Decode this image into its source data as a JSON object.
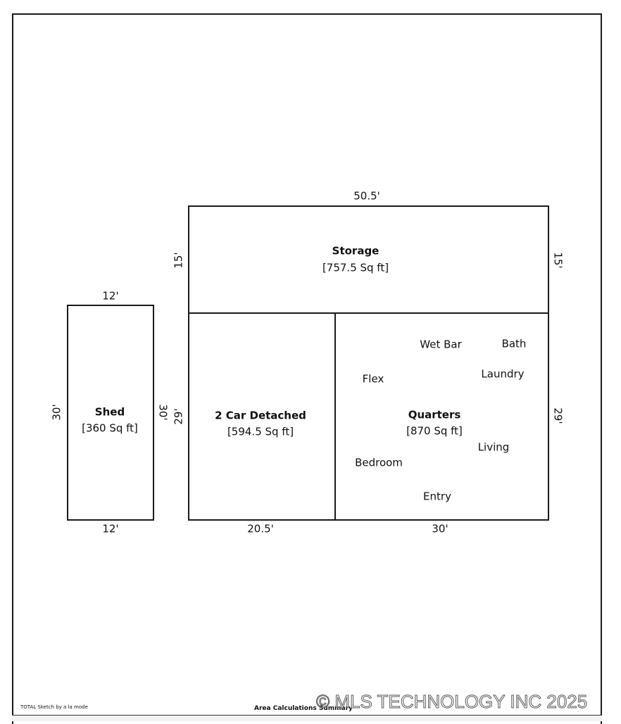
{
  "sketch": {
    "rooms": {
      "storage": {
        "name": "Storage",
        "area": "[757.5 Sq ft]"
      },
      "shed": {
        "name": "Shed",
        "area": "[360 Sq ft]"
      },
      "garage": {
        "name": "2 Car Detached",
        "area": "[594.5 Sq ft]"
      },
      "quarters": {
        "name": "Quarters",
        "area": "[870 Sq ft]"
      }
    },
    "room_labels": {
      "wet_bar": "Wet Bar",
      "bath": "Bath",
      "laundry": "Laundry",
      "flex": "Flex",
      "living": "Living",
      "bedroom": "Bedroom",
      "entry": "Entry"
    },
    "dimensions": {
      "storage_top": "50.5'",
      "storage_left": "15'",
      "storage_right": "15'",
      "shed_top": "12'",
      "shed_bottom": "12'",
      "shed_left": "30'",
      "shed_right": "30'",
      "garage_left": "29'",
      "garage_bottom": "20.5'",
      "quarters_bottom": "30'",
      "quarters_right": "29'"
    }
  },
  "footer": {
    "software": "TOTAL Sketch by a la mode",
    "summary_title": "Area Calculations Summary",
    "watermark": "© MLS TECHNOLOGY INC 2025"
  }
}
